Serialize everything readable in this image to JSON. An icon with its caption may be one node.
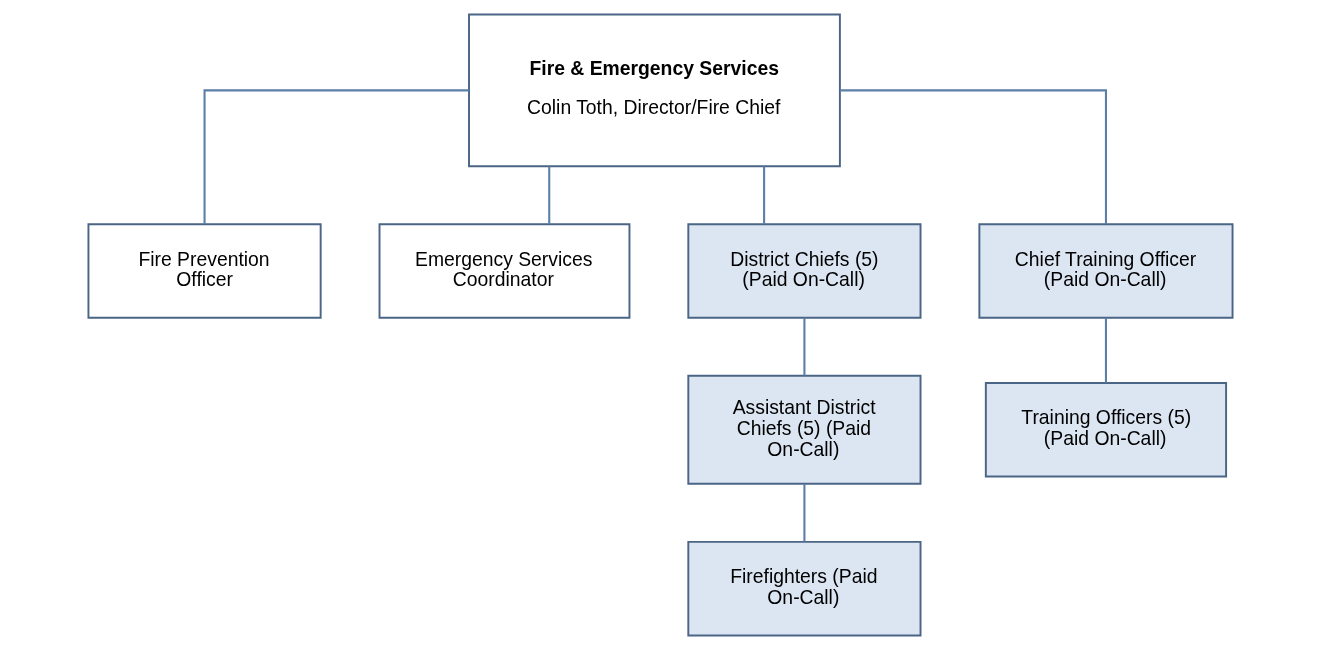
{
  "diagram": {
    "nodes": [
      {
        "text": [
          "Fire & Emergency Services",
          "Colin Toth, Director/Fire Chief"
        ]
      },
      {
        "text": [
          "Fire Prevention Officer"
        ]
      },
      {
        "text": [
          "Emergency Services Coordinator"
        ]
      },
      {
        "text": [
          "District Chiefs (5) (Paid On-Call)"
        ]
      },
      {
        "text": [
          "Chief Training Officer (Paid On-Call)"
        ]
      },
      {
        "text": [
          "Assistant District Chiefs (5) (Paid On-Call)"
        ]
      },
      {
        "text": [
          "Training Officers (5) (Paid On-Call)"
        ]
      },
      {
        "text": [
          "Firefighters (Paid On-Call)"
        ]
      }
    ],
    "edges": [
      {
        "from": 0,
        "to": 1,
        "arrow": "none"
      },
      {
        "from": 0,
        "to": 2,
        "arrow": "none"
      },
      {
        "from": 0,
        "to": 3,
        "arrow": "none"
      },
      {
        "from": 0,
        "to": 4,
        "arrow": "none"
      },
      {
        "from": 3,
        "to": 5,
        "arrow": "none"
      },
      {
        "from": 4,
        "to": 6,
        "arrow": "none"
      },
      {
        "from": 5,
        "to": 7,
        "arrow": "none"
      }
    ]
  }
}
